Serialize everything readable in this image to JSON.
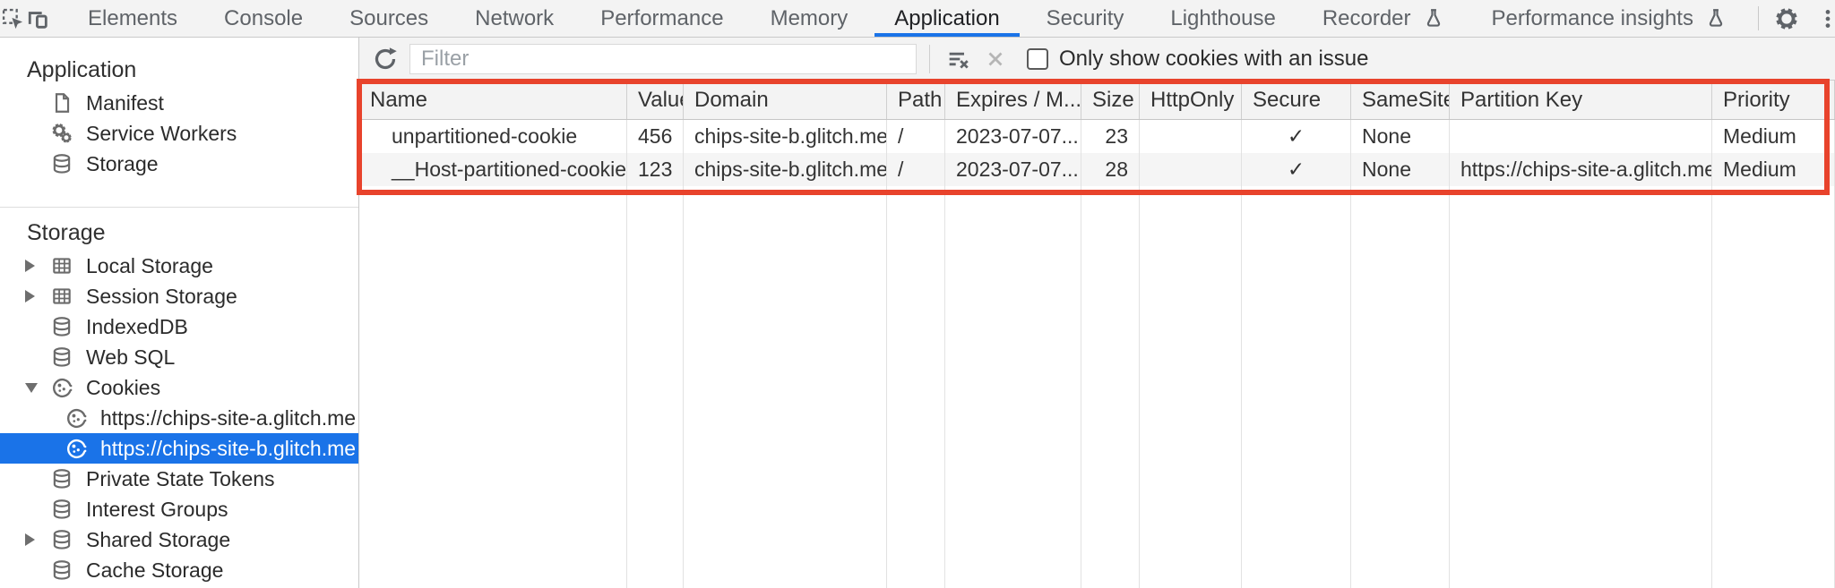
{
  "colors": {
    "accent_blue": "#1a73e8",
    "highlight_red": "#e8432c",
    "selected_item_text": "#ffffff"
  },
  "tabbar": {
    "left_icons": [
      "inspect-icon",
      "device-toolbar-icon"
    ],
    "tabs": [
      {
        "label": "Elements"
      },
      {
        "label": "Console"
      },
      {
        "label": "Sources"
      },
      {
        "label": "Network"
      },
      {
        "label": "Performance"
      },
      {
        "label": "Memory"
      },
      {
        "label": "Application",
        "active": true
      },
      {
        "label": "Security"
      },
      {
        "label": "Lighthouse"
      },
      {
        "label": "Recorder",
        "experiment": true
      },
      {
        "label": "Performance insights",
        "experiment": true
      }
    ],
    "right_icons": [
      "settings-gear-icon",
      "more-menu-icon",
      "close-icon"
    ]
  },
  "sidebar": {
    "sections": [
      {
        "title": "Application",
        "items": [
          {
            "label": "Manifest",
            "icon": "manifest-document-icon"
          },
          {
            "label": "Service Workers",
            "icon": "service-workers-gears-icon"
          },
          {
            "label": "Storage",
            "icon": "database-icon"
          }
        ]
      },
      {
        "title": "Storage",
        "items": [
          {
            "label": "Local Storage",
            "icon": "grid-icon",
            "disclosure": "collapsed"
          },
          {
            "label": "Session Storage",
            "icon": "grid-icon",
            "disclosure": "collapsed"
          },
          {
            "label": "IndexedDB",
            "icon": "database-icon"
          },
          {
            "label": "Web SQL",
            "icon": "database-icon"
          },
          {
            "label": "Cookies",
            "icon": "cookie-icon",
            "disclosure": "expanded"
          },
          {
            "label": "https://chips-site-a.glitch.me",
            "icon": "cookie-icon",
            "child": true
          },
          {
            "label": "https://chips-site-b.glitch.me",
            "icon": "cookie-icon",
            "child": true,
            "selected": true
          },
          {
            "label": "Private State Tokens",
            "icon": "database-icon"
          },
          {
            "label": "Interest Groups",
            "icon": "database-icon"
          },
          {
            "label": "Shared Storage",
            "icon": "database-icon",
            "disclosure": "collapsed"
          },
          {
            "label": "Cache Storage",
            "icon": "database-icon"
          }
        ]
      }
    ]
  },
  "toolbar": {
    "refresh_icon": "refresh-icon",
    "filter_placeholder": "Filter",
    "filter_value": "",
    "clear_filter_icon": "clear-filter-icon",
    "delete_icon": "clear-x-icon",
    "checkbox_checked": false,
    "checkbox_label": "Only show cookies with an issue"
  },
  "cookie_table": {
    "columns": [
      "Name",
      "Value",
      "Domain",
      "Path",
      "Expires / M...",
      "Size",
      "HttpOnly",
      "Secure",
      "SameSite",
      "Partition Key",
      "Priority"
    ],
    "rows": [
      [
        "unpartitioned-cookie",
        "456",
        "chips-site-b.glitch.me",
        "/",
        "2023-07-07...",
        "23",
        "",
        "✓",
        "None",
        "",
        "Medium"
      ],
      [
        "__Host-partitioned-cookie",
        "123",
        "chips-site-b.glitch.me",
        "/",
        "2023-07-07...",
        "28",
        "",
        "✓",
        "None",
        "https://chips-site-a.glitch.me",
        "Medium"
      ]
    ]
  },
  "annotation": {
    "highlight": "red rectangle around cookie table header and rows"
  }
}
